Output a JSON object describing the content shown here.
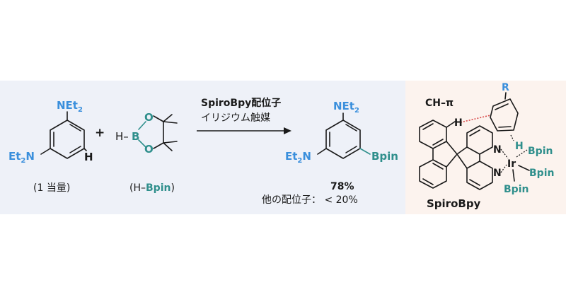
{
  "colors": {
    "left_panel_bg": "#eef1f8",
    "right_panel_bg": "#fcf3ee",
    "amine_blue": "#3a8fdc",
    "boron_teal": "#2f8f8c",
    "ch_pi_red": "#d94a4a"
  },
  "substrate": {
    "top_group": "NEt",
    "top_sub": "2",
    "left_group": "Et",
    "left_sub": "2",
    "left_n": "N",
    "h_label": "H",
    "caption": "(1 当量)"
  },
  "plus_sign": "+",
  "borane": {
    "h_prefix": "H–",
    "b": "B",
    "o": "O",
    "caption_open": "(H–",
    "caption_bpin": "Bpin",
    "caption_close": ")"
  },
  "arrow": {
    "line1": "SpiroBpy配位子",
    "line2": "イリジウム触媒"
  },
  "product": {
    "top_group": "NEt",
    "top_sub": "2",
    "left_group": "Et",
    "left_sub": "2",
    "left_n": "N",
    "bpin": "Bpin",
    "yield": "78%",
    "other_ligands": "他の配位子： < 20%"
  },
  "complex": {
    "ch_pi": "CH–π",
    "r": "R",
    "h_left": "H",
    "h_right": "H",
    "n_upper": "N",
    "n_lower": "N",
    "ir": "Ir",
    "bpin_1": "Bpin",
    "bpin_2": "Bpin",
    "bpin_3": "Bpin",
    "name": "SpiroBpy"
  }
}
